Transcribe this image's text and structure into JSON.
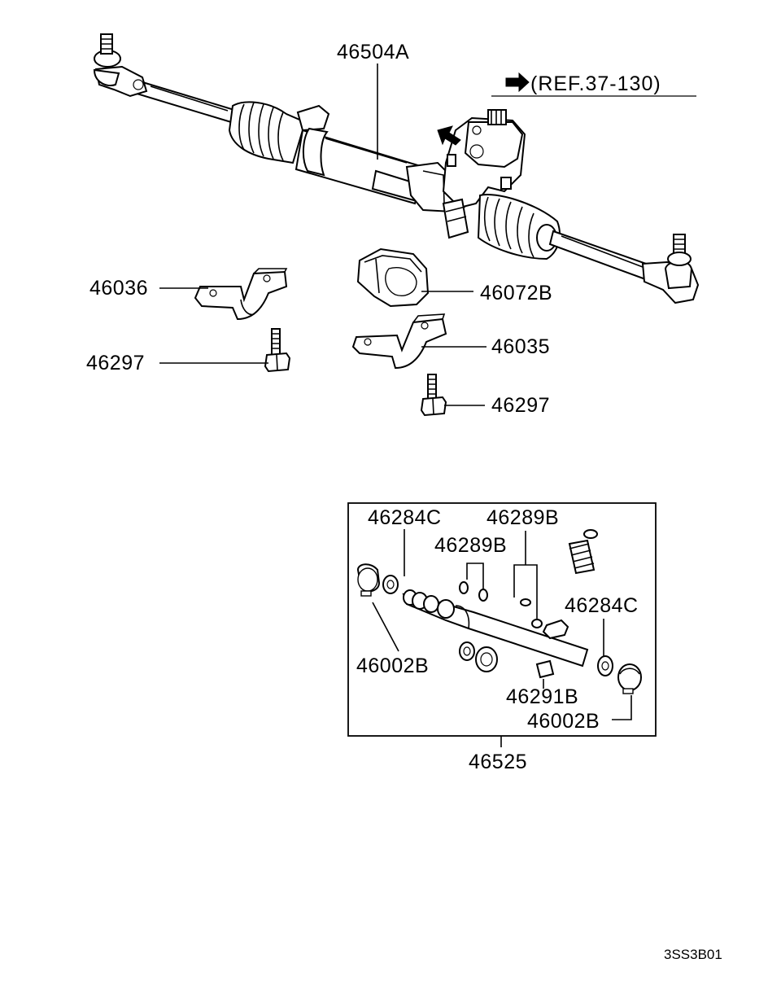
{
  "reference": {
    "text": "(REF.37-130)",
    "arrow_icon": "right-arrow-icon"
  },
  "labels": {
    "gear_assembly": "46504A",
    "bracket_left": "46036",
    "bolt_left": "46297",
    "grommet": "46072B",
    "bracket_right": "46035",
    "bolt_right": "46297",
    "kit_seal_top_left": "46284C",
    "kit_oring_right": "46289B",
    "kit_oring_left": "46289B",
    "kit_seal_right": "46284C",
    "kit_clamp_left": "46002B",
    "kit_bush": "46291B",
    "kit_clamp_right": "46002B",
    "repair_kit": "46525"
  },
  "footer": {
    "diagram_code": "3SS3B01"
  }
}
